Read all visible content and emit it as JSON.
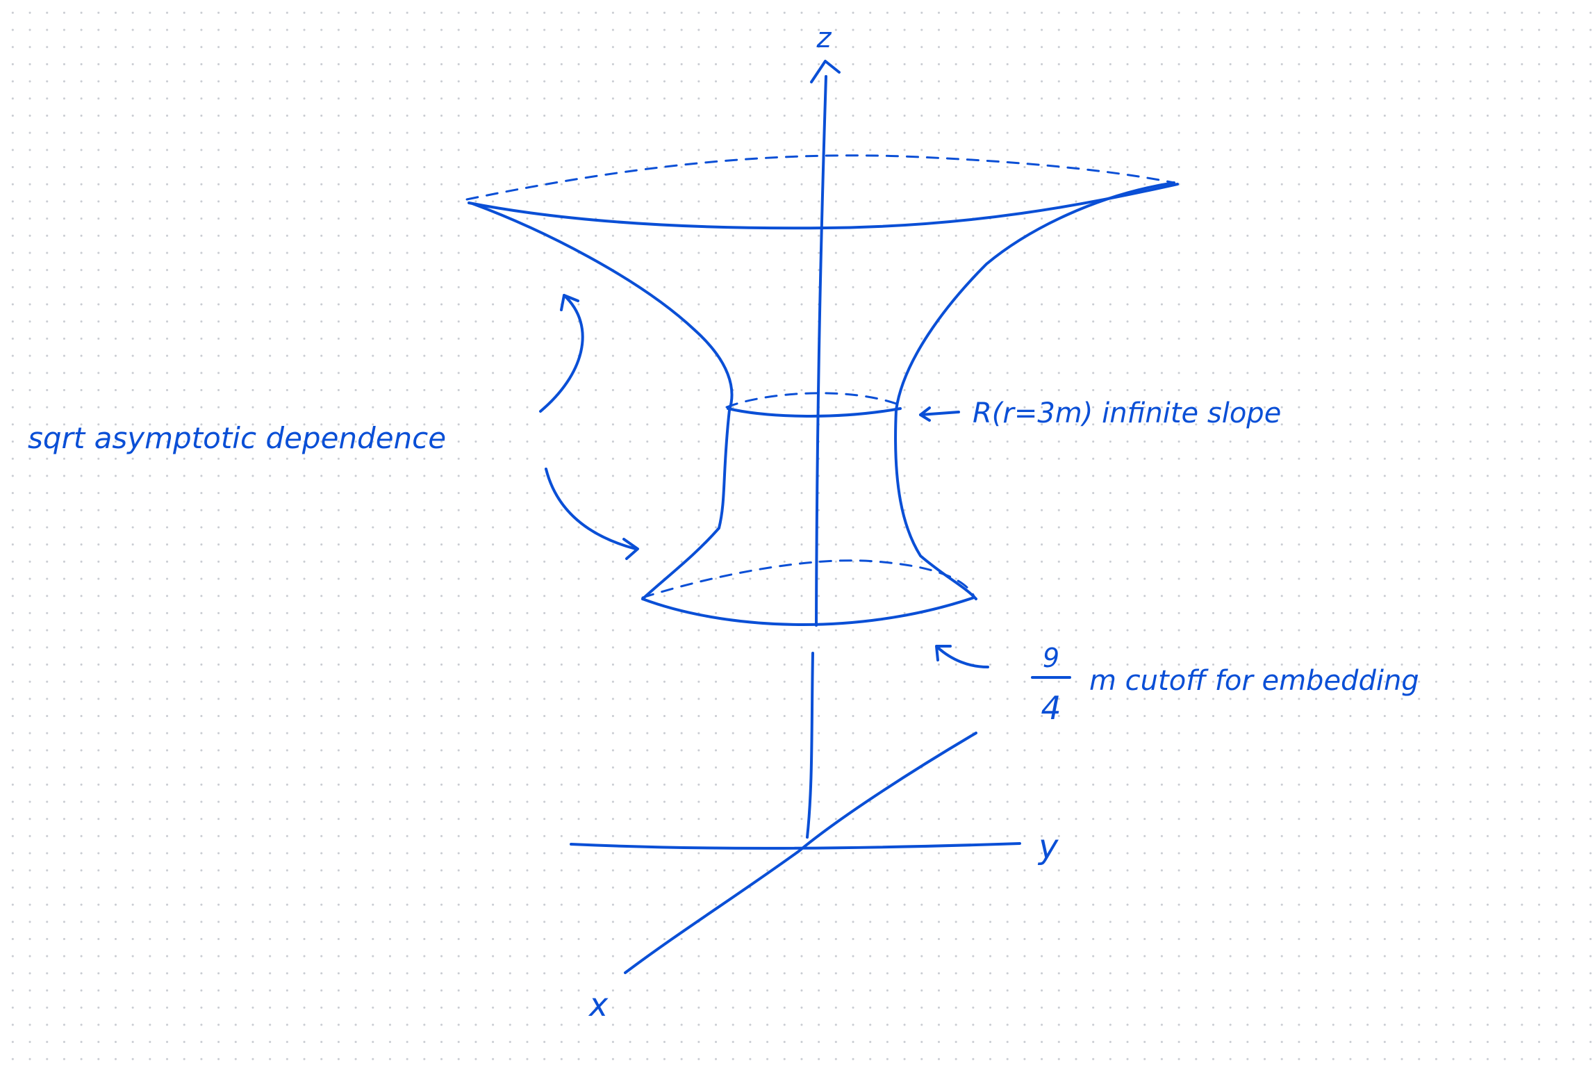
{
  "ink_color": "#0a4fd6",
  "labels": {
    "z_axis": "z",
    "y_axis": "y",
    "x_axis": "x",
    "sqrt_note": "sqrt asymptotic dependence",
    "throat_note": "R(r=3m) infinite slope",
    "cutoff_numerator": "9",
    "cutoff_denominator": "4",
    "cutoff_note": "m cutoff for embedding"
  }
}
